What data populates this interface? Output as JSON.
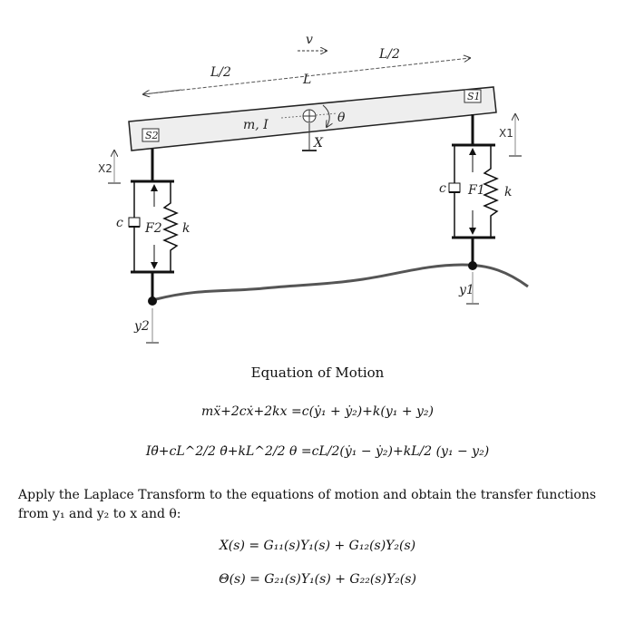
{
  "diagram": {
    "velocity_label": "v",
    "half_length_left": "L/2",
    "half_length_right": "L/2",
    "length_label": "L",
    "mass_inertia_label": "m, I",
    "theta_label": "θ",
    "x_label": "X",
    "seat_1_label": "S1",
    "seat_2_label": "S2",
    "x1_label": "X1",
    "x2_label": "X2",
    "damper_right_label": "c",
    "damper_left_label": "c",
    "force_right_label": "F1",
    "force_left_label": "F2",
    "spring_right_label": "k",
    "spring_left_label": "k",
    "y1_label": "y1",
    "y2_label": "y2"
  },
  "text": {
    "heading": "Equation of Motion",
    "equation_1": "mẍ+2cẋ+2kx =c(ẏ₁ + ẏ₂)+k(y₁ + y₂)",
    "equation_2": "Iθ̈+cL^2/2 θ̇+kL^2/2 θ =cL/2(ẏ₁ − ẏ₂)+kL/2 (y₁ − y₂)",
    "prompt": "Apply the Laplace Transform to the equations of motion and obtain the transfer functions from y₁ and y₂ to x and θ:",
    "transfer_1": "X(s) = G₁₁(s)Y₁(s) + G₁₂(s)Y₂(s)",
    "transfer_2": "Θ(s) = G₂₁(s)Y₁(s) + G₂₂(s)Y₂(s)"
  }
}
